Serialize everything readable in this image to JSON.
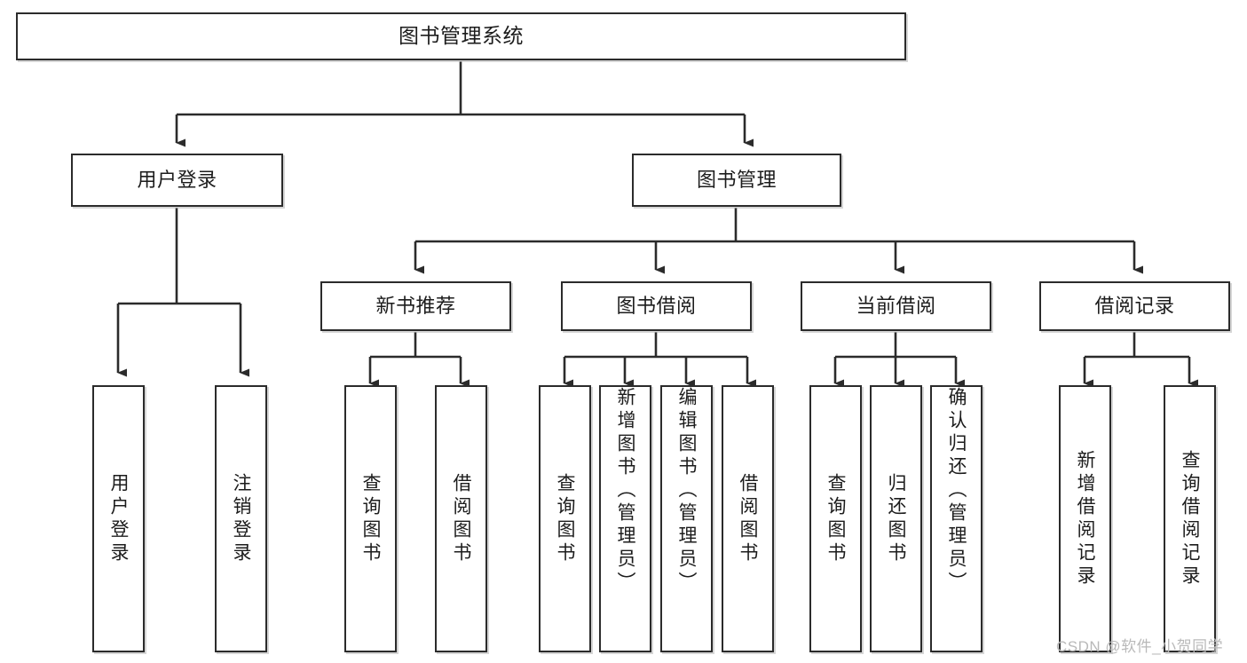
{
  "diagram": {
    "title": "图书管理系统",
    "type": "tree-hierarchy-diagram",
    "colors": {
      "box_border": "#2b2b2b",
      "box_fill": "#ffffff",
      "connector": "#2b2b2b",
      "text": "#1c1c1c",
      "watermark": "#b9b9b9",
      "background": "#ffffff"
    },
    "nodes": {
      "root": {
        "label": "图书管理系统"
      },
      "level1": [
        {
          "id": "user-login",
          "label": "用户登录"
        },
        {
          "id": "book-management",
          "label": "图书管理"
        }
      ],
      "level2": [
        {
          "id": "new-book-recommend",
          "label": "新书推荐"
        },
        {
          "id": "book-borrow",
          "label": "图书借阅"
        },
        {
          "id": "current-borrow",
          "label": "当前借阅"
        },
        {
          "id": "borrow-record",
          "label": "借阅记录"
        }
      ],
      "leaves": [
        {
          "id": "leaf-user-login",
          "label": "用户登录",
          "parent": "user-login"
        },
        {
          "id": "leaf-logout-login",
          "label": "注销登录",
          "parent": "user-login"
        },
        {
          "id": "leaf-query-book-1",
          "label": "查询图书",
          "parent": "new-book-recommend"
        },
        {
          "id": "leaf-borrow-book-1",
          "label": "借阅图书",
          "parent": "new-book-recommend"
        },
        {
          "id": "leaf-query-book-2",
          "label": "查询图书",
          "parent": "book-borrow"
        },
        {
          "id": "leaf-add-book",
          "label": "新增图书（管理员）",
          "parent": "book-borrow"
        },
        {
          "id": "leaf-edit-book",
          "label": "编辑图书（管理员）",
          "parent": "book-borrow"
        },
        {
          "id": "leaf-borrow-book-2",
          "label": "借阅图书",
          "parent": "book-borrow"
        },
        {
          "id": "leaf-query-book-3",
          "label": "查询图书",
          "parent": "current-borrow"
        },
        {
          "id": "leaf-return-book",
          "label": "归还图书",
          "parent": "current-borrow"
        },
        {
          "id": "leaf-confirm-return",
          "label": "确认归还（管理员）",
          "parent": "current-borrow"
        },
        {
          "id": "leaf-add-record",
          "label": "新增借阅记录",
          "parent": "borrow-record"
        },
        {
          "id": "leaf-query-record",
          "label": "查询借阅记录",
          "parent": "borrow-record"
        }
      ]
    },
    "watermark": "CSDN @软件_小贺同学"
  }
}
